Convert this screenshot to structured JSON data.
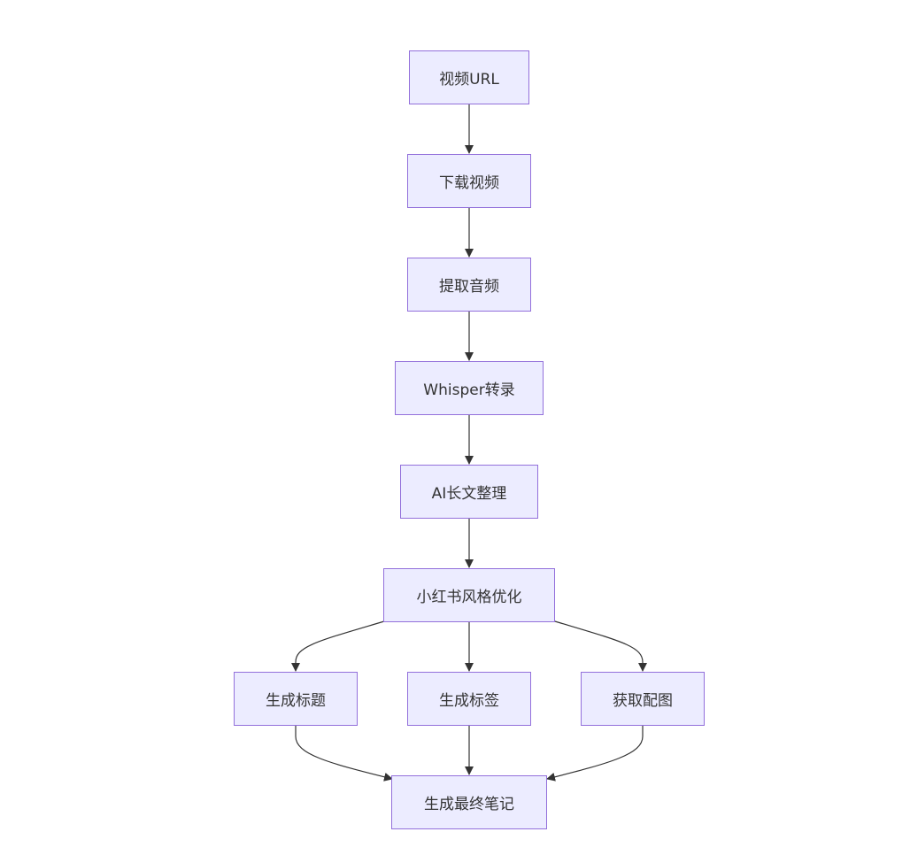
{
  "diagram": {
    "nodes": [
      {
        "id": "video_url",
        "label": "视频URL"
      },
      {
        "id": "download",
        "label": "下载视频"
      },
      {
        "id": "extract_audio",
        "label": "提取音频"
      },
      {
        "id": "whisper",
        "label": "Whisper转录"
      },
      {
        "id": "ai_organize",
        "label": "AI长文整理"
      },
      {
        "id": "xhs_optimize",
        "label": "小红书风格优化"
      },
      {
        "id": "gen_title",
        "label": "生成标题"
      },
      {
        "id": "gen_tags",
        "label": "生成标签"
      },
      {
        "id": "get_images",
        "label": "获取配图"
      },
      {
        "id": "final_note",
        "label": "生成最终笔记"
      }
    ],
    "edges": [
      {
        "from": "video_url",
        "to": "download"
      },
      {
        "from": "download",
        "to": "extract_audio"
      },
      {
        "from": "extract_audio",
        "to": "whisper"
      },
      {
        "from": "whisper",
        "to": "ai_organize"
      },
      {
        "from": "ai_organize",
        "to": "xhs_optimize"
      },
      {
        "from": "xhs_optimize",
        "to": "gen_title"
      },
      {
        "from": "xhs_optimize",
        "to": "gen_tags"
      },
      {
        "from": "xhs_optimize",
        "to": "get_images"
      },
      {
        "from": "gen_title",
        "to": "final_note"
      },
      {
        "from": "gen_tags",
        "to": "final_note"
      },
      {
        "from": "get_images",
        "to": "final_note"
      }
    ],
    "colors": {
      "node_fill": "#ECECFF",
      "node_border": "#9370DB",
      "edge": "#333333",
      "text": "#333333",
      "background": "#FFFFFF"
    }
  }
}
